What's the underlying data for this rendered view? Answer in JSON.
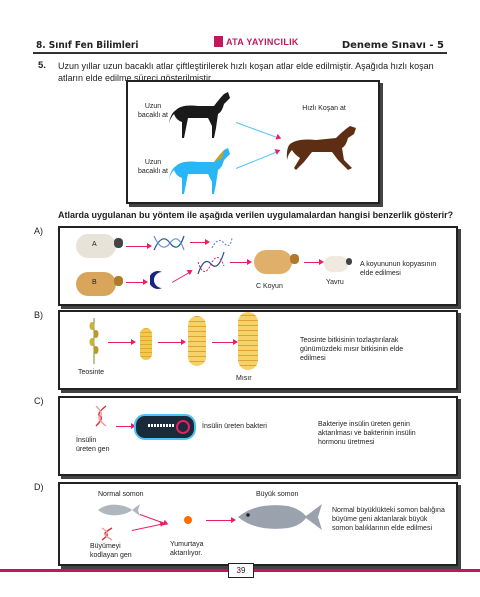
{
  "header": {
    "left": "8. Sınıf Fen Bilimleri",
    "logo": "ATA YAYINCILIK",
    "right": "Deneme Sınavı - 5"
  },
  "question": {
    "number": "5.",
    "text": "Uzun yıllar uzun bacaklı atlar çiftleştirilerek hızlı koşan atlar elde edilmiştir. Aşağıda hızlı koşan atların elde edilme süreci gösterilmiştir.",
    "figure": {
      "top_label": "Uzun bacaklı at",
      "bottom_label": "Uzun bacaklı at",
      "result_label": "Hızlı Koşan at"
    },
    "ask": "Atlarda uygulanan bu yöntem ile aşağıda verilen uygulamalardan hangisi benzerlik gösterir?"
  },
  "options": {
    "a": {
      "label": "A)",
      "sheep_a": "A",
      "sheep_b": "B",
      "c_koyun": "C Koyun",
      "yavru": "Yavru",
      "desc": "A koyununun kopyasının elde edilmesi"
    },
    "b": {
      "label": "B)",
      "teosinte": "Teosinte",
      "misir": "Mısır",
      "desc": "Teosinte bitkisinin tozlaştırılarak günümüzdeki mısır bitkisinin elde edilmesi"
    },
    "c": {
      "label": "C)",
      "insulin_gen": "İnsülin üreten gen",
      "bakteri": "İnsülin üreten bakteri",
      "desc": "Bakteriye insülin üreten genin aktarılması ve bakterinin insülin hormonu üretmesi"
    },
    "d": {
      "label": "D)",
      "normal": "Normal somon",
      "buyuk": "Büyük somon",
      "gen": "Büyümeyi kodlayan gen",
      "yumurta": "Yumurtaya aktarılıyor.",
      "desc": "Normal büyüklükteki somon balığına büyüme geni aktarılarak büyük somon balıklarının elde edilmesi"
    }
  },
  "footer": {
    "page": "39"
  },
  "colors": {
    "accent": "#c2185b",
    "arrow": "#e91e63"
  }
}
